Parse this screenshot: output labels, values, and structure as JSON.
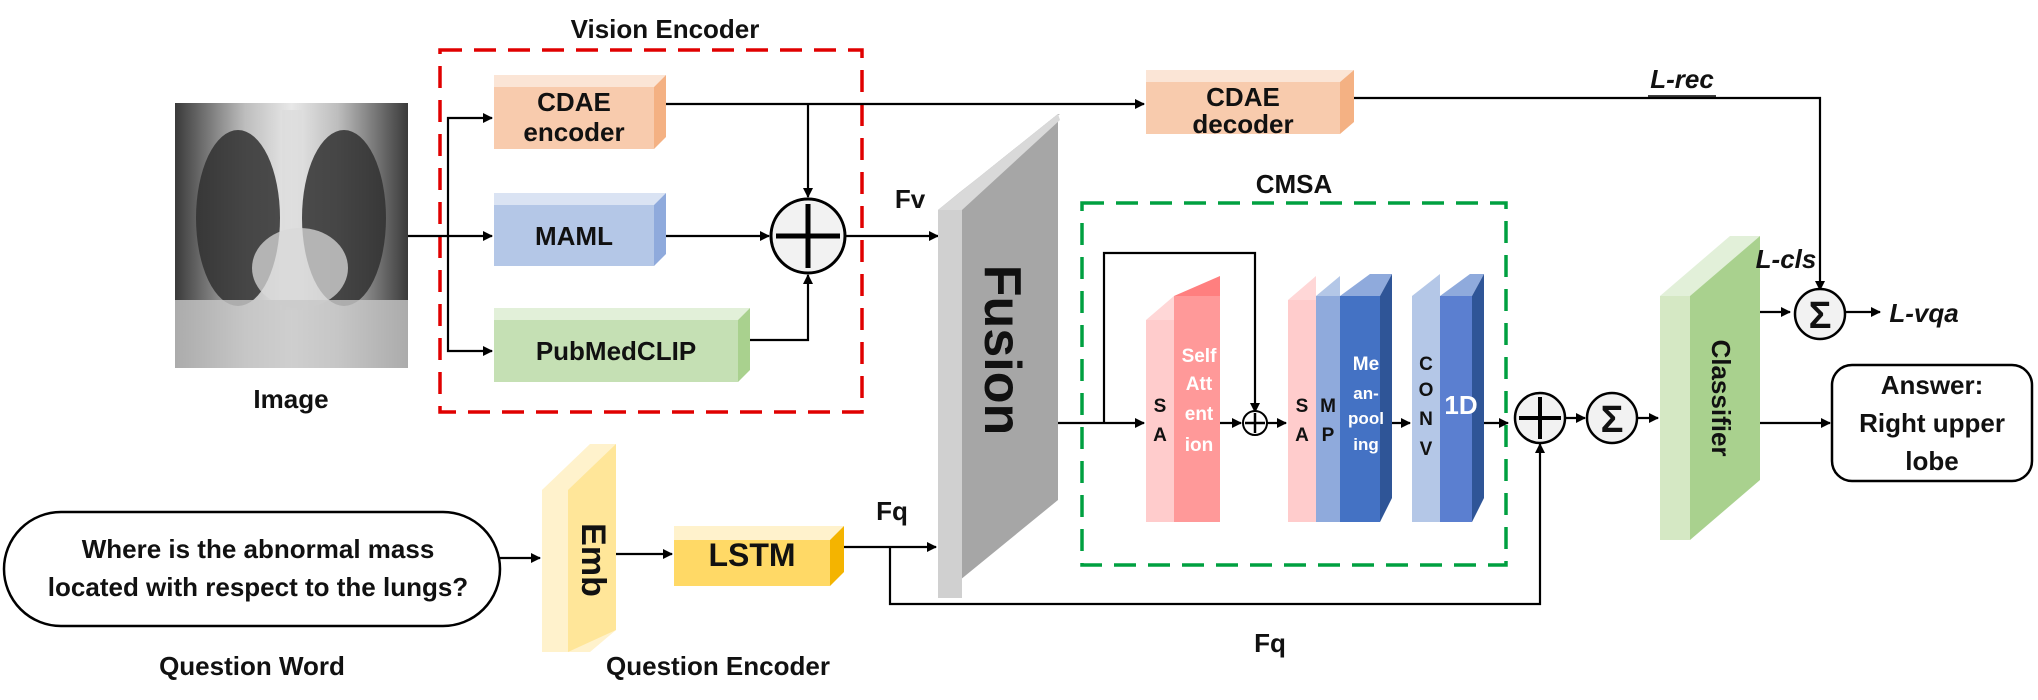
{
  "labels": {
    "vision_encoder": "Vision Encoder",
    "image": "Image",
    "question_word": "Question Word",
    "question_encoder": "Question Encoder",
    "cmsa": "CMSA",
    "fv": "Fv",
    "fq_top": "Fq",
    "fq_bottom": "Fq",
    "l_rec": "L-rec",
    "l_cls": "L-cls",
    "l_vqa": "L-vqa",
    "sigma": "Σ"
  },
  "blocks": {
    "cdae_encoder": [
      "CDAE",
      "encoder"
    ],
    "cdae_decoder": [
      "CDAE",
      "decoder"
    ],
    "maml": "MAML",
    "pubmedclip": "PubMedCLIP",
    "fusion": "Fusion",
    "emb": "Emb",
    "lstm": "LSTM",
    "classifier": "Classifier",
    "sa1": [
      "S",
      "A"
    ],
    "self_attention": [
      "Self",
      "Att",
      "ent",
      "ion"
    ],
    "sa2": [
      "S",
      "A"
    ],
    "mp": [
      "M",
      "P"
    ],
    "mean_pooling": [
      "Me",
      "an-",
      "pool",
      "ing"
    ],
    "conv": [
      "C",
      "O",
      "N",
      "V"
    ],
    "conv_1d": "1D"
  },
  "question": [
    "Where is the abnormal mass",
    "located with respect to the lungs?"
  ],
  "answer": [
    "Answer:",
    "Right upper",
    "lobe"
  ],
  "colors": {
    "cdae": "#f8cbad",
    "maml": "#b4c7e7",
    "pubmedclip": "#c5e0b4",
    "fusion": "#a6a6a6",
    "emb": "#ffe699",
    "lstm": "#ffd966",
    "classifier": "#a9d18e",
    "attention": "#ff9999",
    "pooling": "#4472c4",
    "conv": "#5b7fd0",
    "vision_border": "#e00000",
    "cmsa_border": "#00a040"
  }
}
